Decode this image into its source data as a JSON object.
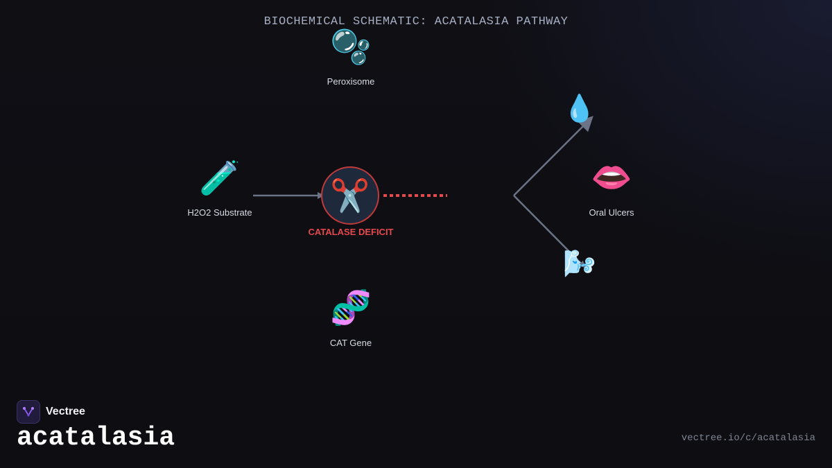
{
  "title": "BIOCHEMICAL SCHEMATIC: ACATALASIA PATHWAY",
  "center": {
    "icon": "✂️",
    "icon_name": "scissors-icon",
    "label": "CATALASE DEFICIT",
    "label_color": "#e5484d",
    "border_color": "#c0393b"
  },
  "nodes": {
    "peroxisome": {
      "icon": "🫧",
      "icon_name": "bubbles-icon",
      "label": "Peroxisome"
    },
    "substrate": {
      "icon": "🧪",
      "icon_name": "test-tube-icon",
      "label": "H2O2 Substrate"
    },
    "gene": {
      "icon": "🧬",
      "icon_name": "dna-icon",
      "label": "CAT Gene"
    },
    "ulcers": {
      "icon": "👄",
      "icon_name": "mouth-icon",
      "label": "Oral Ulcers"
    },
    "droplet": {
      "icon": "💧",
      "icon_name": "droplet-icon"
    },
    "wind": {
      "icon": "🌬️",
      "icon_name": "wind-icon"
    }
  },
  "colors": {
    "edge": "#6b7386",
    "deficit_edge": "#e5484d",
    "background": "#0e0e13"
  },
  "brand": {
    "name": "Vectree",
    "topic": "acatalasia",
    "url": "vectree.io/c/acatalasia"
  }
}
